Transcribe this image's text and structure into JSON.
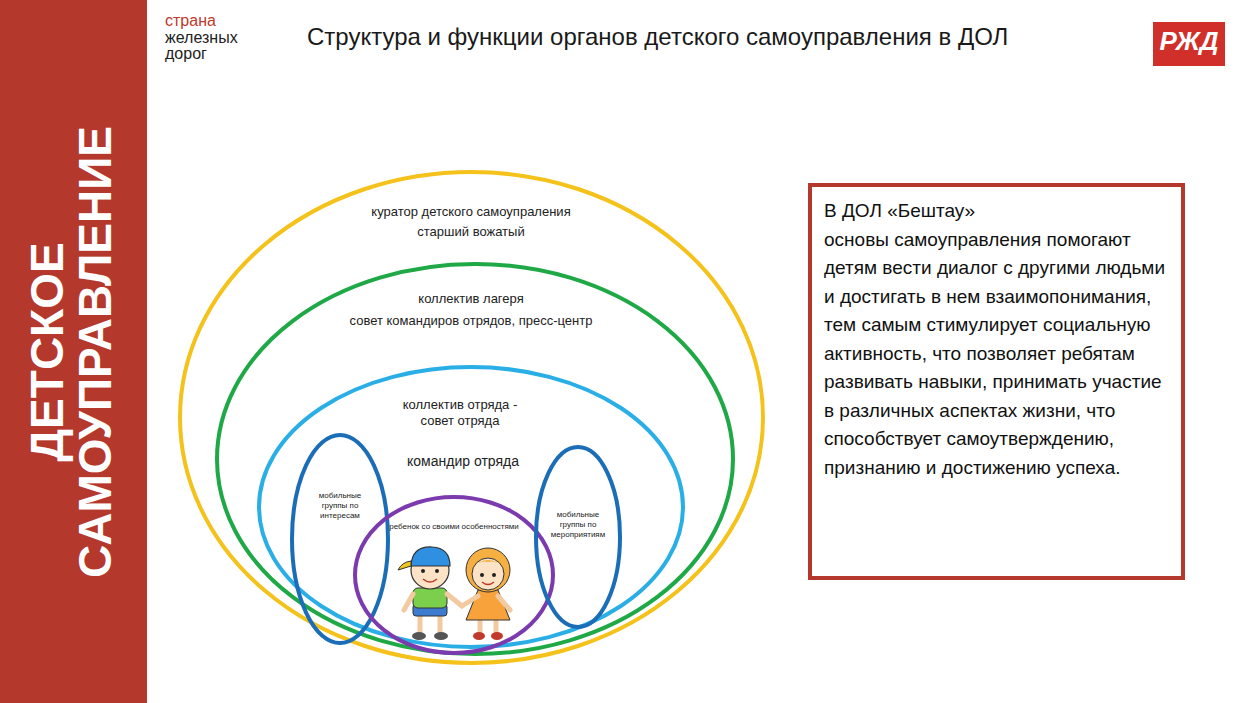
{
  "diagram": {
    "title": "Структура и функции органов детского самоуправления в ДОЛ",
    "nodes": [
      {
        "text": [
          "куратор детского самоупраления",
          "старший вожатый"
        ]
      },
      {
        "text": [
          "коллектив лагеря",
          "совет командиров отрядов, пресс-центр"
        ],
        "in": 0
      },
      {
        "text": [
          "коллектив отряда - совет отряда",
          "командир отряда"
        ],
        "in": 1
      },
      {
        "text": [
          "мобильные группы по интересам"
        ],
        "in": 2
      },
      {
        "text": [
          "ребенок со своими особенностями"
        ],
        "in": 2
      },
      {
        "text": [
          "мобильные группы по мероприятиям"
        ],
        "in": 2
      },
      {
        "text": [
          "В ДОЛ «Бештау»",
          "основы самоуправления помогают детям вести диалог с другими людьми и достигать в нем взаимопонимания, тем самым стимулирует социальную активность, что  позволяет ребятам развивать навыки, принимать участие в различных аспектах жизни, что способствует самоутверждению, признанию и достижению успеха."
        ]
      }
    ],
    "labels": [
      "ДЕТСКОЕ САМОУПРАВЛЕНИЕ",
      "страна",
      "железных",
      "дорог",
      "РЖД"
    ]
  }
}
